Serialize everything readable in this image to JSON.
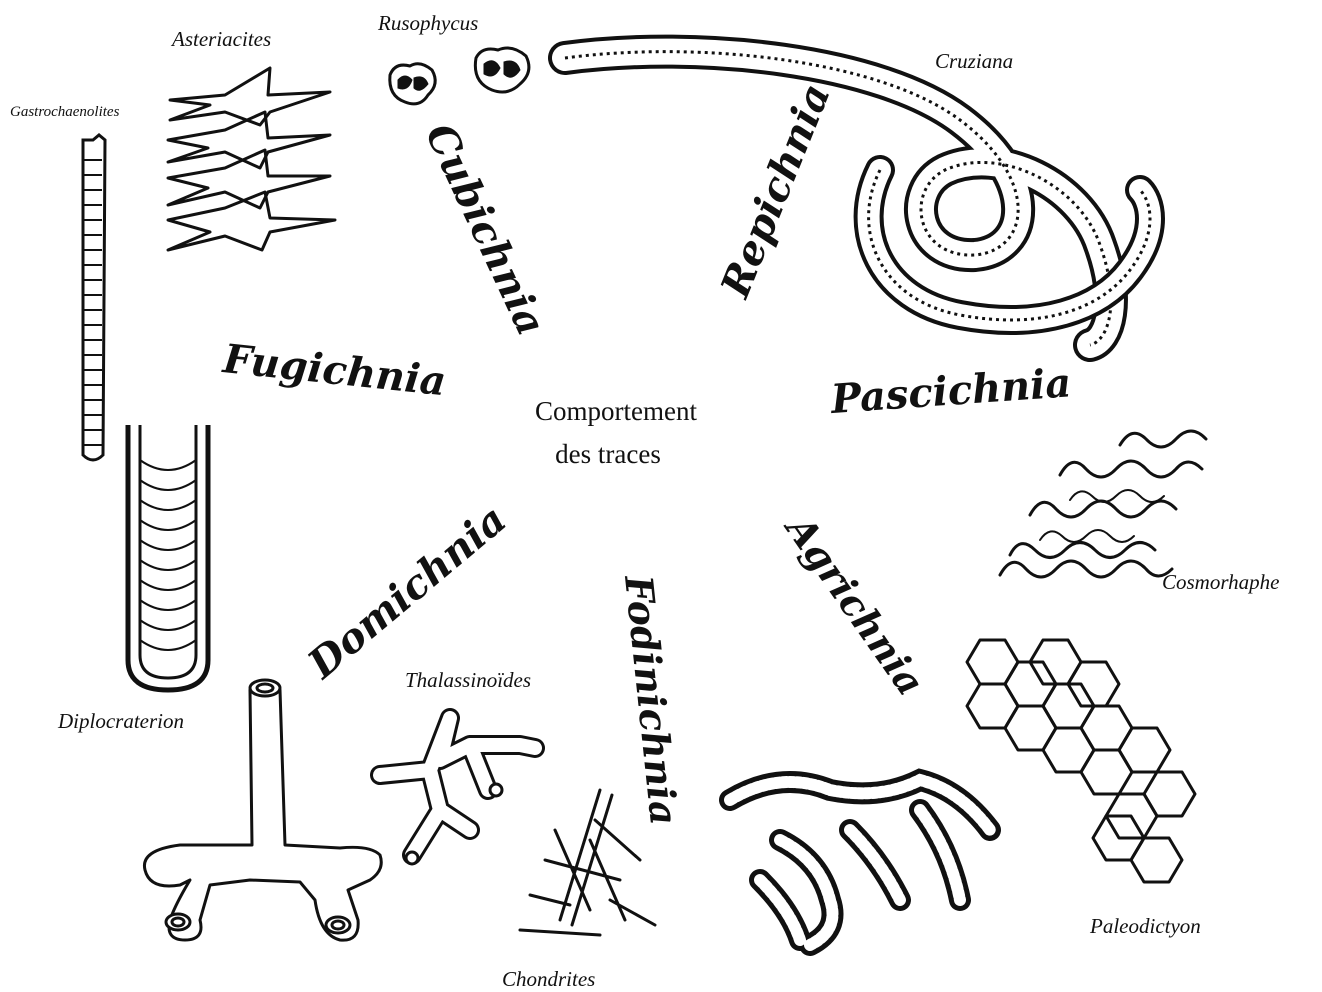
{
  "center_label": {
    "line1": "Comportement",
    "line2": "des traces"
  },
  "categories": {
    "cubichnia": "Cubichnia",
    "repichnia": "Repichnia",
    "fugichnia": "Fugichnia",
    "pascichnia": "Pascichnia",
    "domichnia": "Domichnia",
    "fodinichnia": "Fodinichnia",
    "agrichnia": "Agrichnia"
  },
  "traces": {
    "asteriacites": "Asteriacites",
    "rusophycus": "Rusophycus",
    "cruziana": "Cruziana",
    "gastrochaenolites": "Gastrochaenolites",
    "diplocraterion": "Diplocraterion",
    "thalassinoides": "Thalassinoïdes",
    "chondrites": "Chondrites",
    "cosmorhaphe": "Cosmorhaphe",
    "paleodictyon": "Paleodictyon"
  }
}
